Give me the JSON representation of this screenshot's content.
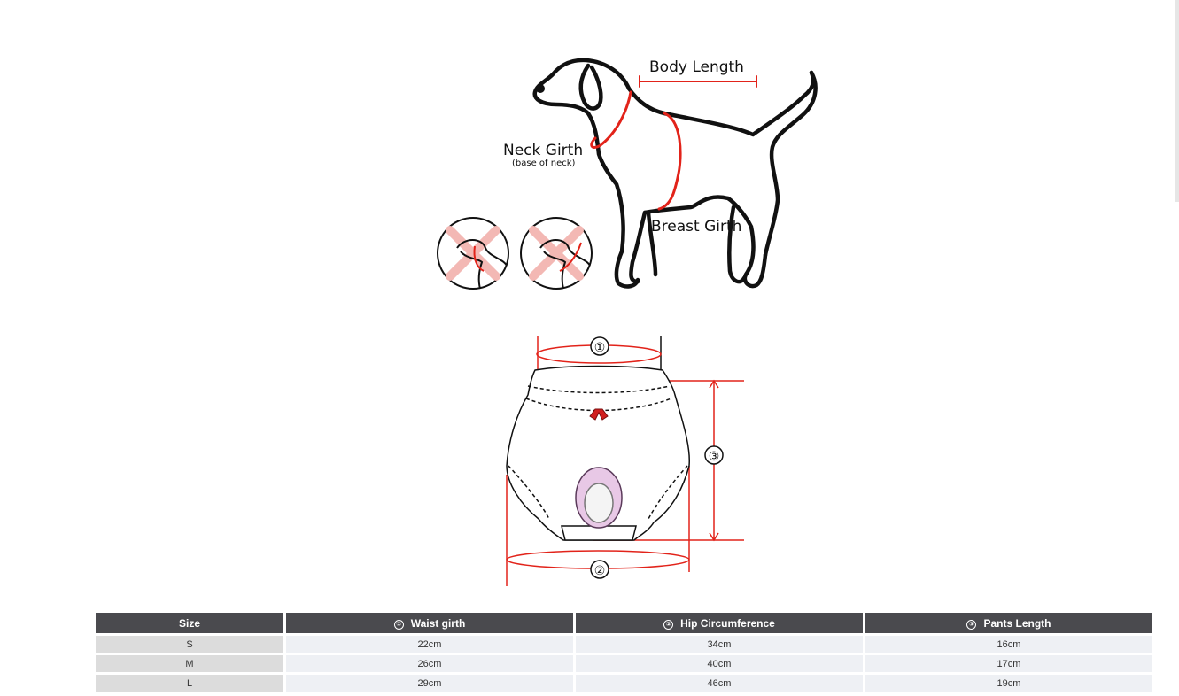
{
  "dog_diagram": {
    "body_length": "Body Length",
    "neck_girth": "Neck Girth",
    "neck_girth_note": "(base of neck)",
    "breast_girth": "Breast Girth"
  },
  "pants_diagram": {
    "markers": [
      "①",
      "②",
      "③"
    ]
  },
  "size_table": {
    "headers": {
      "size": "Size",
      "waist_num": "①",
      "waist": "Waist girth",
      "hip_num": "②",
      "hip": "Hip Circumference",
      "length_num": "③",
      "length": "Pants Length"
    },
    "rows": [
      {
        "size": "S",
        "waist": "22cm",
        "hip": "34cm",
        "length": "16cm"
      },
      {
        "size": "M",
        "waist": "26cm",
        "hip": "40cm",
        "length": "17cm"
      },
      {
        "size": "L",
        "waist": "29cm",
        "hip": "46cm",
        "length": "19cm"
      }
    ]
  },
  "colors": {
    "accent_red": "#e2231a",
    "header_bg": "#4a4a4e",
    "row_bg": "#eef0f4",
    "size_col_bg": "#dcdcdc"
  }
}
